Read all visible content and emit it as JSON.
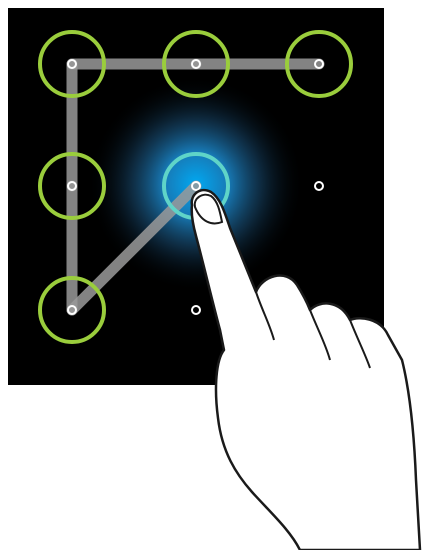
{
  "lock_screen": {
    "background_color": "#000000",
    "grid": {
      "rows": 3,
      "columns": 3
    },
    "pattern": {
      "sequence": [
        3,
        2,
        1,
        4,
        7,
        5
      ],
      "line_color": "#9a9a9a",
      "ring_color": "#9acd3c",
      "active_ring_color": "#5fd4c8",
      "active_node": 5,
      "glow_color": "#1aa7e8"
    },
    "dot_color": "#ffffff"
  },
  "gesture": {
    "icon": "finger-pointing-icon",
    "skin_color": "#ffffff",
    "outline_color": "#1a1a1a"
  }
}
